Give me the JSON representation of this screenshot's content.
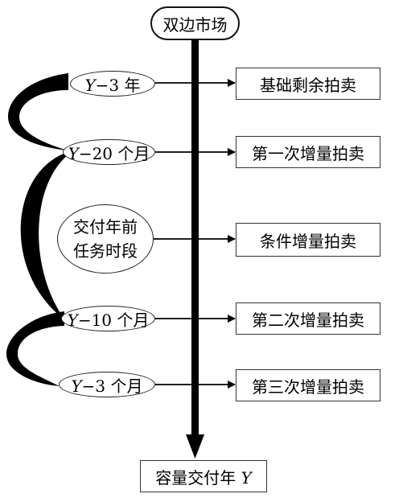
{
  "top_node": "双边市场",
  "bottom_node": {
    "prefix": "容量交付年 ",
    "var": "Y"
  },
  "timeline": [
    {
      "var": "Y",
      "rest": "−3 年"
    },
    {
      "var": "Y",
      "rest": "−20 个月"
    },
    {
      "line1": "交付年前",
      "line2": "任务时段"
    },
    {
      "var": "Y",
      "rest": "−10 个月"
    },
    {
      "var": "Y",
      "rest": "−3 个月"
    }
  ],
  "auctions": [
    "基础剩余拍卖",
    "第一次增量拍卖",
    "条件增量拍卖",
    "第二次增量拍卖",
    "第三次增量拍卖"
  ]
}
